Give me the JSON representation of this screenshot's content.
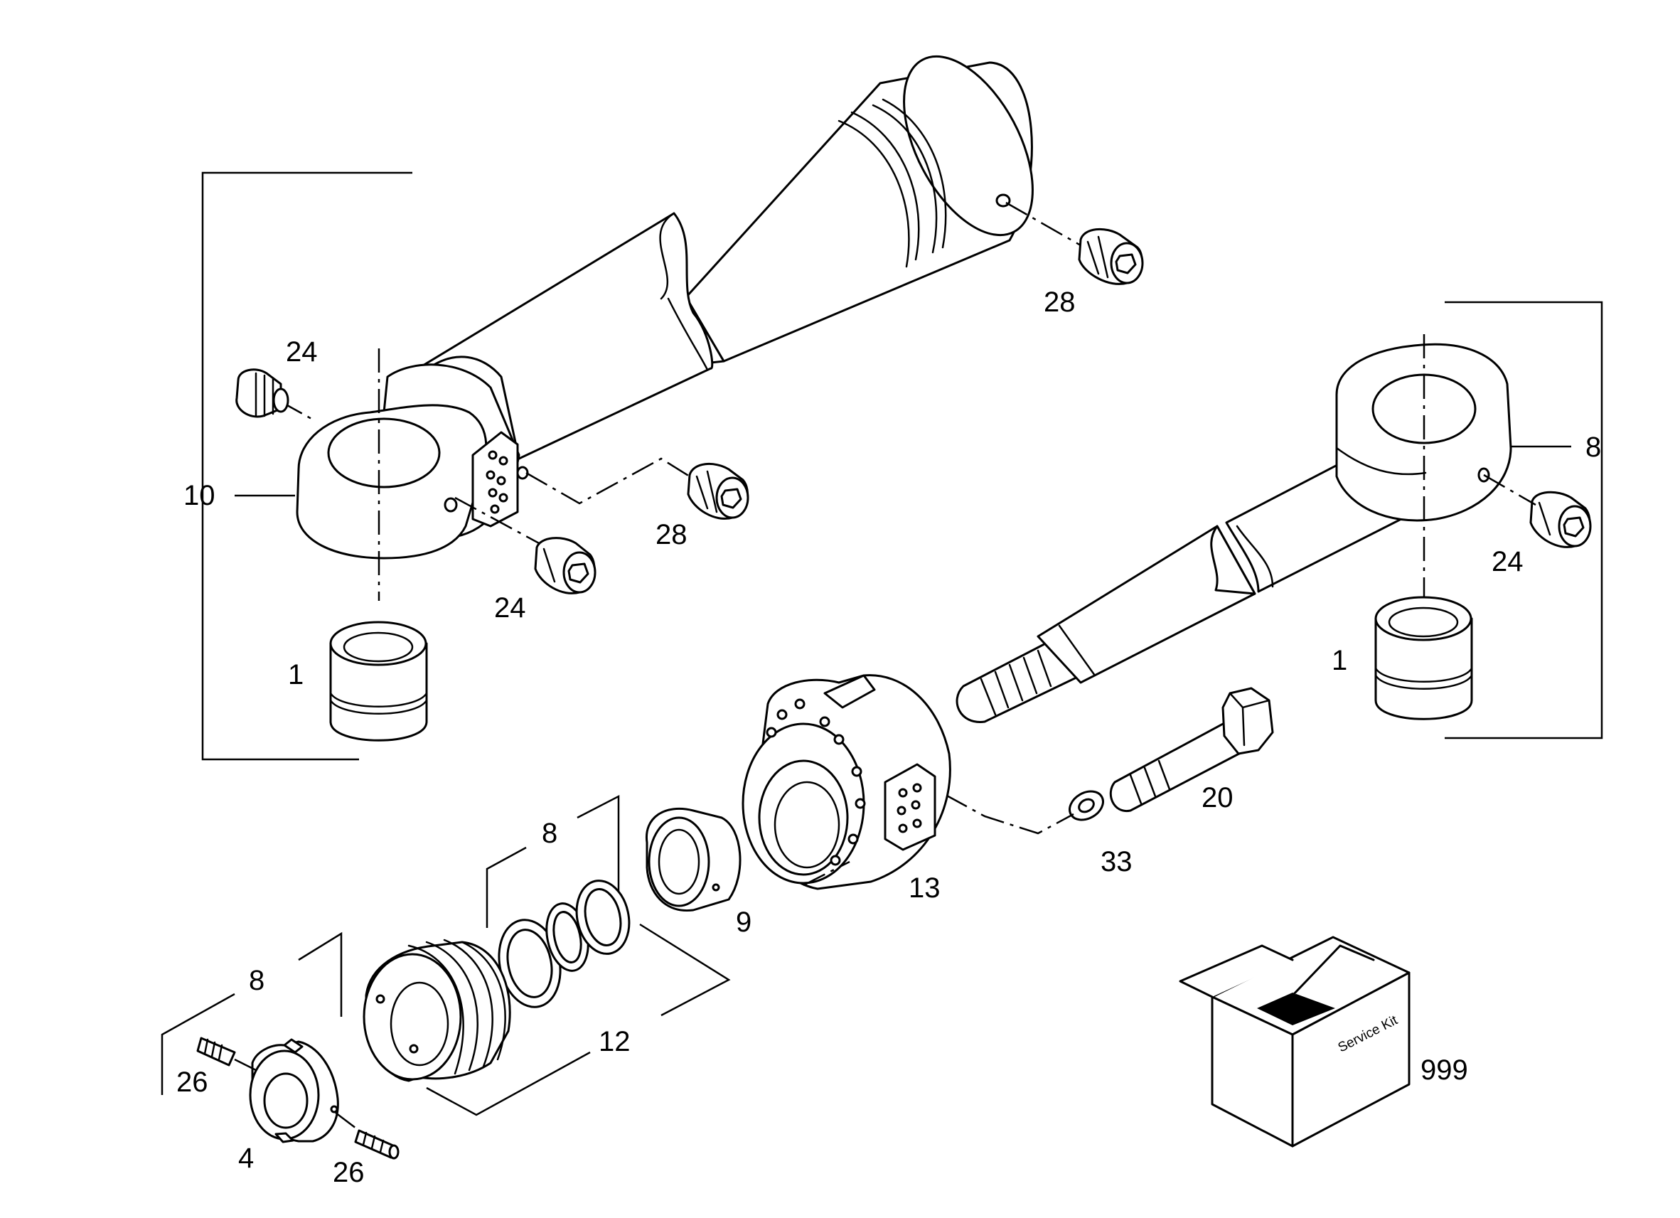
{
  "callouts": {
    "c10": "10",
    "c1_left": "1",
    "c24_top": "24",
    "c24_mid": "24",
    "c28_top": "28",
    "c28_mid": "28",
    "c8_right": "8",
    "c24_right": "24",
    "c1_right": "1",
    "c20": "20",
    "c33": "33",
    "c13": "13",
    "c9": "9",
    "c8_seals": "8",
    "c12": "12",
    "c8_nut": "8",
    "c26_upper": "26",
    "c26_lower": "26",
    "c4": "4",
    "c999": "999"
  },
  "kit": {
    "box_text": "Service Kit"
  }
}
